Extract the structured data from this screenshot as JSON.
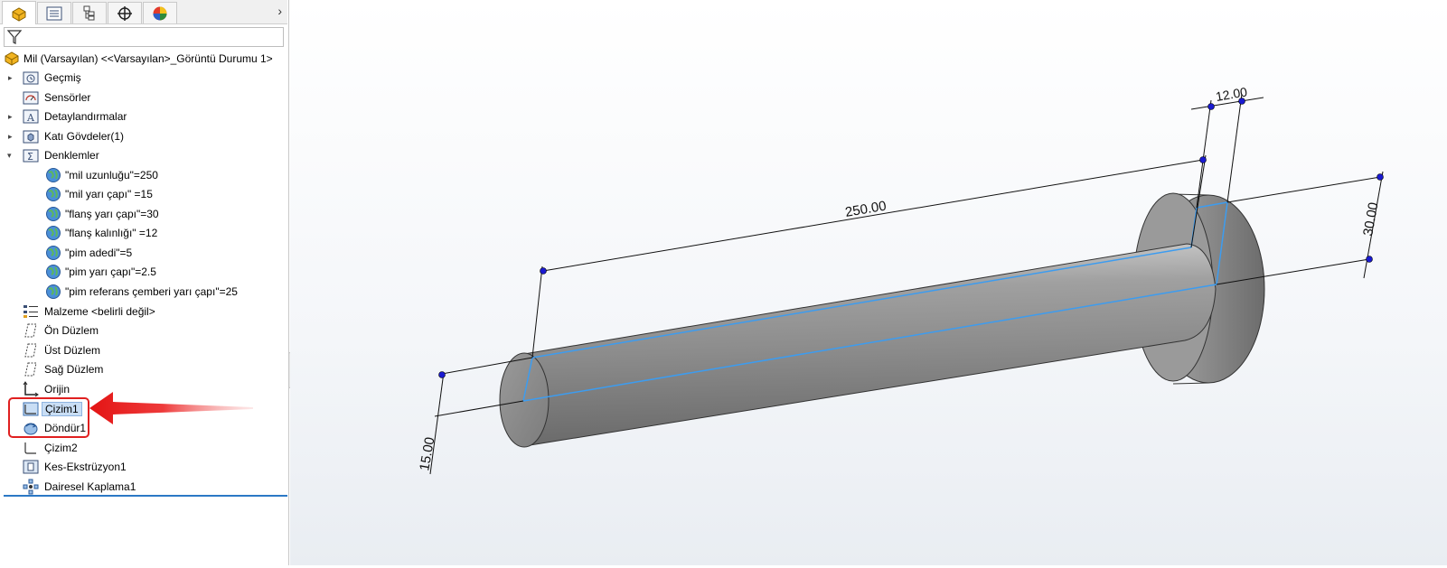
{
  "tabs": [
    {
      "icon": "feature-manager-icon"
    },
    {
      "icon": "property-manager-icon"
    },
    {
      "icon": "configuration-manager-icon"
    },
    {
      "icon": "dimxpert-icon"
    },
    {
      "icon": "display-manager-icon"
    }
  ],
  "tabs_more": "›",
  "tree": {
    "root": "Mil (Varsayılan) <<Varsayılan>_Görüntü Durumu 1>",
    "history": "Geçmiş",
    "sensors": "Sensörler",
    "annotations": "Detaylandırmalar",
    "solid_bodies": "Katı Gövdeler(1)",
    "equations": "Denklemler",
    "equation_items": [
      "\"mil uzunluğu\"=250",
      "\"mil yarı çapı\" =15",
      "\"flanş yarı çapı\"=30",
      "\"flanş kalınlığı\" =12",
      "\"pim adedi\"=5",
      "\"pim yarı çapı\"=2.5",
      "\"pim referans çemberi yarı çapı\"=25"
    ],
    "material": "Malzeme <belirli değil>",
    "front_plane": "Ön Düzlem",
    "top_plane": "Üst Düzlem",
    "right_plane": "Sağ Düzlem",
    "origin": "Orijin",
    "sketch1": "Çizim1",
    "revolve1": "Döndür1",
    "sketch2": "Çizim2",
    "cut_extrude1": "Kes-Ekstrüzyon1",
    "circular_pattern1": "Dairesel Kaplama1"
  },
  "dimensions": {
    "length": "250.00",
    "flange_thickness": "12.00",
    "flange_radius": "30.00",
    "shaft_radius": "15.00"
  },
  "colors": {
    "accent": "#2b78c5",
    "annotation_red": "#e02020",
    "sketch_blue": "#3c9cf0",
    "dimension_point": "#1a1ad0"
  }
}
